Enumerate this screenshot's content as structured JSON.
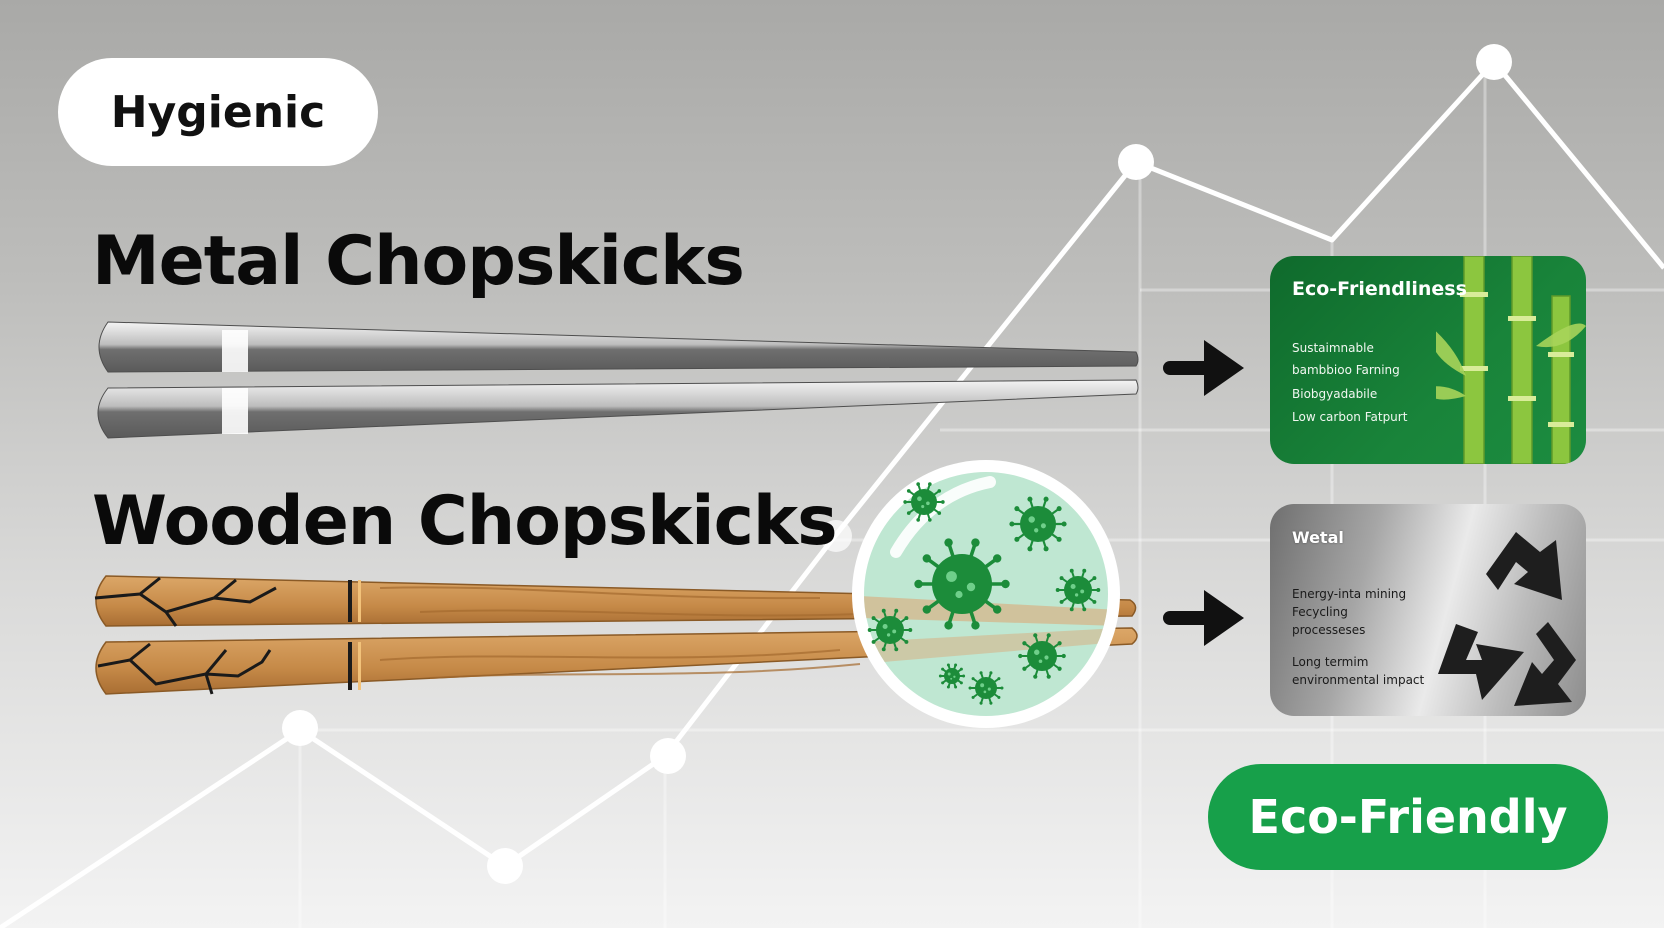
{
  "badges": {
    "hygienic": "Hygienic",
    "eco_friendly": "Eco-Friendly"
  },
  "headings": {
    "metal": "Metal Chopskicks",
    "wooden": "Wooden Chopskicks"
  },
  "eco_card": {
    "title": "Eco-Friendliness",
    "lines": [
      "Sustaimnable",
      "bambbioo Farning",
      "Biobgyadabile",
      "Low carbon Fatpurt"
    ]
  },
  "metal_card": {
    "title": "Wetal",
    "lines": [
      "Energy-inta mining",
      "Fecycling",
      "processeses",
      "Long termim",
      "environmental impact"
    ]
  },
  "icons": [
    "arrow-right-icon",
    "bamboo-icon",
    "recycle-icon",
    "germ-icon",
    "magnifier-icon"
  ],
  "colors": {
    "eco_green": "#17a04a",
    "eco_card_green": "#19843a",
    "bamboo": "#8cc63f",
    "wood": "#c98d4c",
    "germ": "#1c8c3a",
    "lens_fill": "#bfe7d2"
  }
}
